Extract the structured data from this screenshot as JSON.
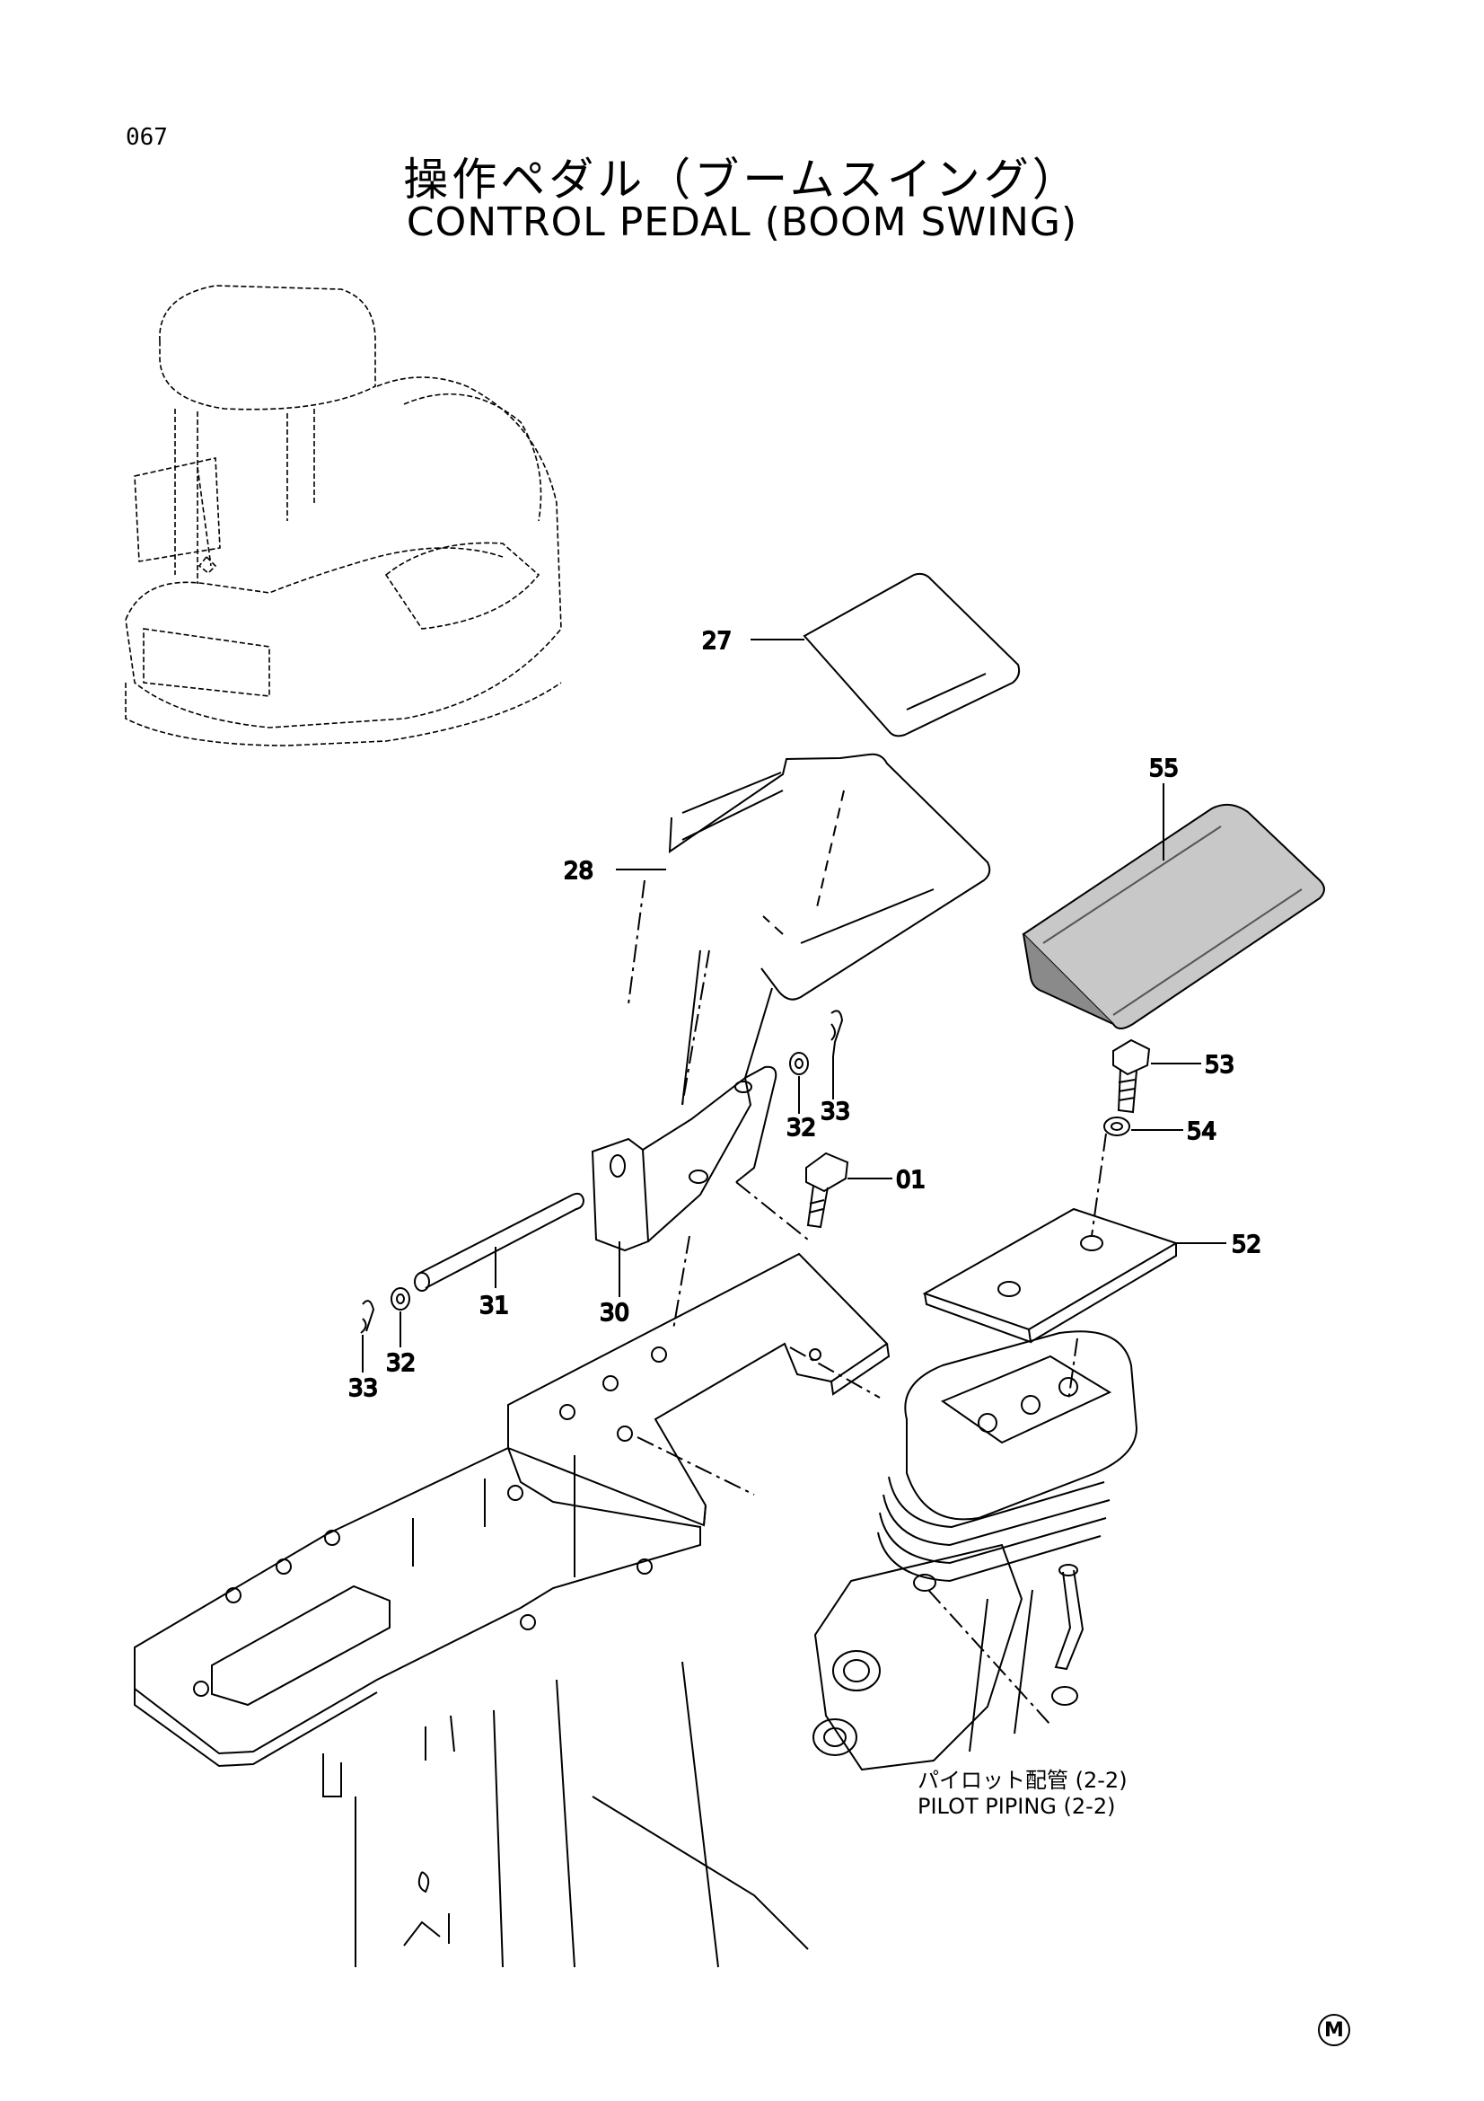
{
  "page_number": "067",
  "title": {
    "japanese": "操作ペダル（ブームスイング）",
    "english": "CONTROL PEDAL (BOOM SWING)"
  },
  "callouts": [
    {
      "id": "p27",
      "label": "27",
      "name": "pedal-pad"
    },
    {
      "id": "p28",
      "label": "28",
      "name": "pedal-cover"
    },
    {
      "id": "p55",
      "label": "55",
      "name": "foot-rest-rubber"
    },
    {
      "id": "p53",
      "label": "53",
      "name": "bolt"
    },
    {
      "id": "p54",
      "label": "54",
      "name": "washer"
    },
    {
      "id": "p52",
      "label": "52",
      "name": "plate"
    },
    {
      "id": "p32a",
      "label": "32",
      "name": "washer"
    },
    {
      "id": "p33a",
      "label": "33",
      "name": "clip-pin"
    },
    {
      "id": "p01",
      "label": "01",
      "name": "bolt"
    },
    {
      "id": "p31",
      "label": "31",
      "name": "pin"
    },
    {
      "id": "p30",
      "label": "30",
      "name": "bracket"
    },
    {
      "id": "p32b",
      "label": "32",
      "name": "washer"
    },
    {
      "id": "p33b",
      "label": "33",
      "name": "clip-pin"
    }
  ],
  "reference_note": {
    "japanese": "パイロット配管 (2-2)",
    "english": "PILOT PIPING (2-2)"
  },
  "corner_mark": "M"
}
